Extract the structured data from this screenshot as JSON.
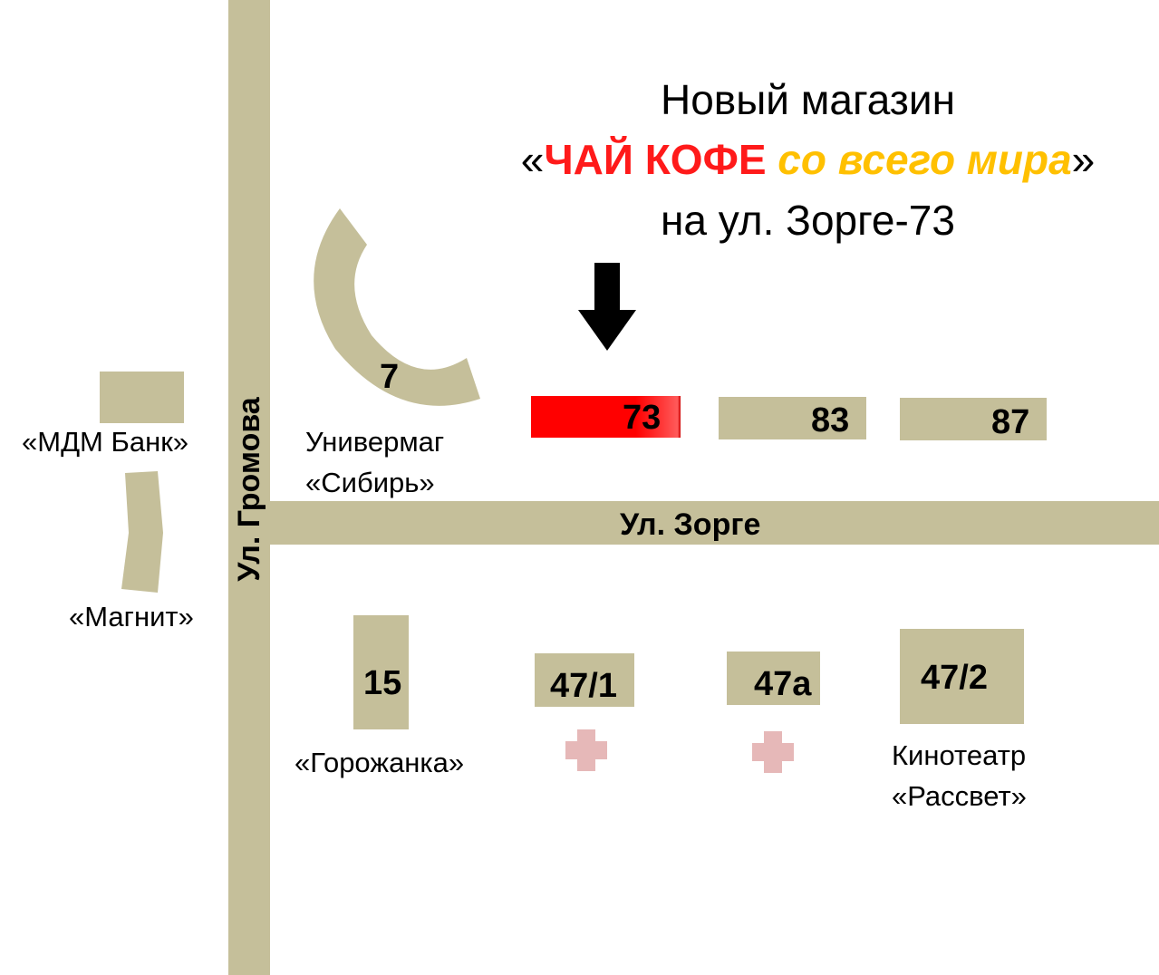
{
  "title": {
    "line1": "Новый магазин",
    "quote_open": "«",
    "brand_red": "ЧАЙ КОФЕ",
    "brand_yellow": "со всего мира",
    "quote_close": "»",
    "line3": "на ул. Зорге-73"
  },
  "streets": {
    "vertical": "Ул. Громова",
    "horizontal": "Ул. Зорге"
  },
  "buildings": {
    "univermag_number": "7",
    "univermag_label": [
      "Универмаг",
      "«Сибирь»"
    ],
    "target_number": "73",
    "b83": "83",
    "b87": "87",
    "b15": "15",
    "b15_label": "«Горожанка»",
    "b47_1": "47/1",
    "b47a": "47а",
    "b47_2": "47/2",
    "b47_2_label": [
      "Кинотеатр",
      "«Рассвет»"
    ],
    "mdm_label": "«МДМ Банк»",
    "magnit_label": "«Магнит»"
  },
  "colors": {
    "road": "#c5bf9a",
    "target": "#ff0000",
    "pharmacy_cross": "#e6b8b8",
    "brand_red": "#ff1a1a",
    "brand_yellow": "#ffc000"
  },
  "icons": {
    "arrow": "down-arrow-icon",
    "pharmacy": "pharmacy-cross-icon"
  }
}
